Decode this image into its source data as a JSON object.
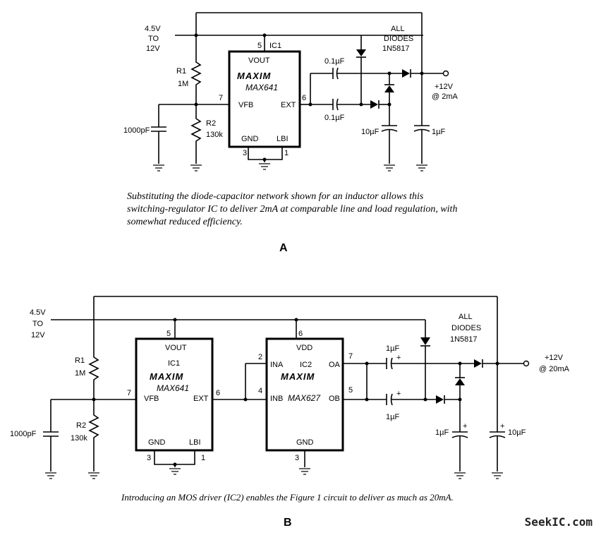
{
  "figure_a": {
    "supply": [
      "4.5V",
      "TO",
      "12V"
    ],
    "ic": {
      "name": "IC1",
      "part": "MAX641",
      "logo": "MAXIM",
      "pins": {
        "vout": "VOUT",
        "vfb": "VFB",
        "ext": "EXT",
        "gnd": "GND",
        "lbi": "LBI"
      },
      "pin_numbers": {
        "vout": "5",
        "vfb": "7",
        "ext": "6",
        "gnd": "3",
        "lbi": "1"
      }
    },
    "r1": {
      "name": "R1",
      "value": "1M"
    },
    "r2": {
      "name": "R2",
      "value": "130k"
    },
    "c_filter": "1000pF",
    "c_pump_1": "0.1µF",
    "c_pump_2": "0.1µF",
    "c_store": "10µF",
    "c_out": "1µF",
    "diodes_note": [
      "ALL",
      "DIODES",
      "1N5817"
    ],
    "output": [
      "+12V",
      "@ 2mA"
    ],
    "caption": "Substituting the diode-capacitor network shown for an inductor allows this switching-regulator IC to deliver 2mA at comparable line and load regulation, with somewhat reduced efficiency.",
    "label": "A"
  },
  "figure_b": {
    "supply": [
      "4.5V",
      "TO",
      "12V"
    ],
    "ic1": {
      "name": "IC1",
      "part": "MAX641",
      "logo": "MAXIM",
      "pins": {
        "vout": "VOUT",
        "vfb": "VFB",
        "ext": "EXT",
        "gnd": "GND",
        "lbi": "LBI"
      },
      "pin_numbers": {
        "vout": "5",
        "vfb": "7",
        "ext": "6",
        "gnd": "3",
        "lbi": "1"
      }
    },
    "ic2": {
      "name": "IC2",
      "part": "MAX627",
      "logo": "MAXIM",
      "pins": {
        "vdd": "VDD",
        "ina": "INA",
        "inb": "INB",
        "oa": "OA",
        "ob": "OB",
        "gnd": "GND"
      },
      "pin_numbers": {
        "vdd": "6",
        "ina": "2",
        "inb": "4",
        "oa": "7",
        "ob": "5",
        "gnd": "3"
      }
    },
    "r1": {
      "name": "R1",
      "value": "1M"
    },
    "r2": {
      "name": "R2",
      "value": "130k"
    },
    "c_filter": "1000pF",
    "c_pump_1": "1µF",
    "c_pump_2": "1µF",
    "c_store": "1µF",
    "c_out": "10µF",
    "plus": "+",
    "diodes_note": [
      "ALL",
      "DIODES",
      "1N5817"
    ],
    "output": [
      "+12V",
      "@ 20mA"
    ],
    "caption": "Introducing an MOS driver (IC2) enables the Figure 1 circuit to deliver as much as 20mA.",
    "label": "B"
  },
  "watermark": "SeekIC.com"
}
